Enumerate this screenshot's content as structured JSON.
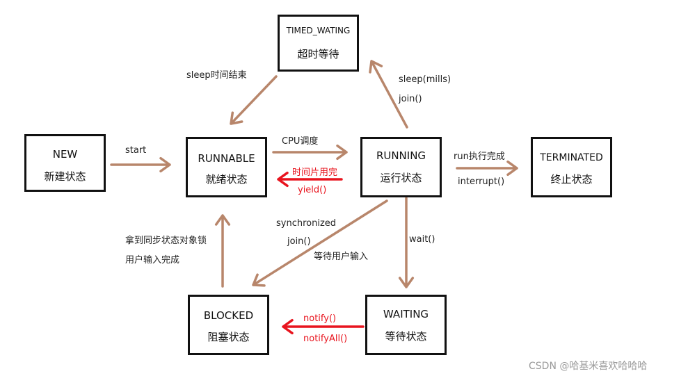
{
  "colors": {
    "arrow": "#b8866b",
    "arrow_red": "#e8141e",
    "box_border": "#111111"
  },
  "states": {
    "new": {
      "name": "NEW",
      "desc": "新建状态"
    },
    "runnable": {
      "name": "RUNNABLE",
      "desc": "就绪状态"
    },
    "running": {
      "name": "RUNNING",
      "desc": "运行状态"
    },
    "terminated": {
      "name": "TERMINATED",
      "desc": "终止状态"
    },
    "timed_waiting": {
      "name": "TIMED_WATING",
      "desc": "超时等待"
    },
    "blocked": {
      "name": "BLOCKED",
      "desc": "阻塞状态"
    },
    "waiting": {
      "name": "WAITING",
      "desc": "等待状态"
    }
  },
  "transitions": {
    "start": "start",
    "cpu_schedule": "CPU调度",
    "timeslice_done": "时间片用完",
    "yield": "yield()",
    "run_done": "run执行完成",
    "interrupt": "interrupt()",
    "sleep_mills": "sleep(mills)",
    "join_timed": "join()",
    "sleep_end": "sleep时间结束",
    "synchronized": "synchronized",
    "join_block": "join()",
    "wait_input": "等待用户输入",
    "wait": "wait()",
    "got_lock": "拿到同步状态对象锁",
    "input_done": "用户输入完成",
    "notify": "notify()",
    "notify_all": "notifyAll()"
  },
  "watermark": "CSDN @哈基米喜欢哈哈哈"
}
